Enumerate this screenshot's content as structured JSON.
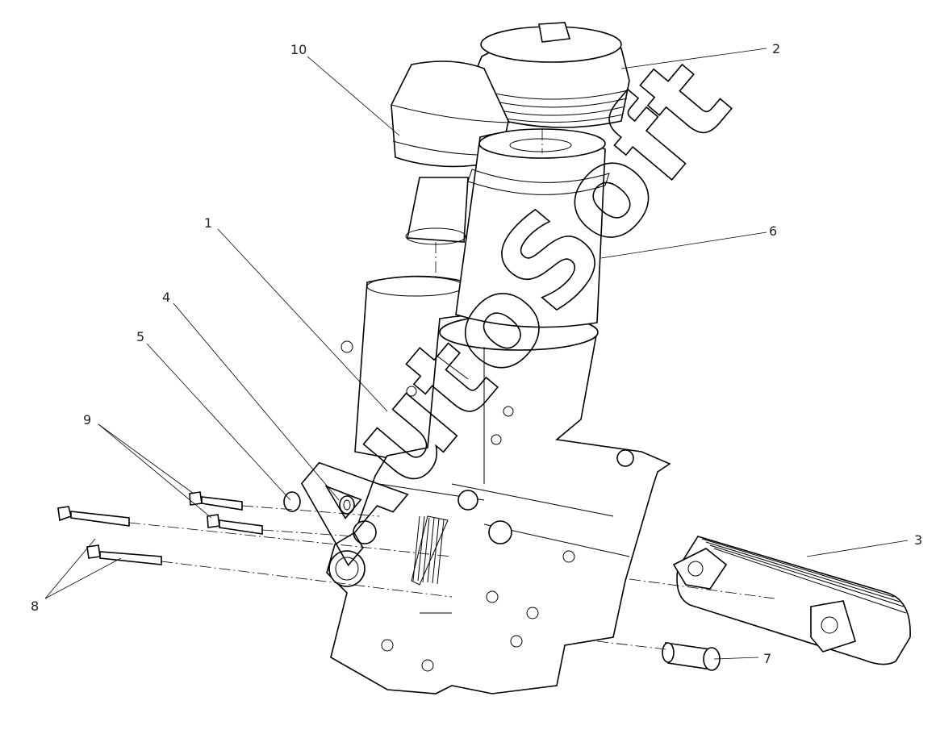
{
  "diagram": {
    "callouts": [
      {
        "id": "1",
        "label": "1"
      },
      {
        "id": "2",
        "label": "2"
      },
      {
        "id": "3",
        "label": "3"
      },
      {
        "id": "4",
        "label": "4"
      },
      {
        "id": "5",
        "label": "5"
      },
      {
        "id": "6",
        "label": "6"
      },
      {
        "id": "7",
        "label": "7"
      },
      {
        "id": "8",
        "label": "8"
      },
      {
        "id": "9",
        "label": "9"
      },
      {
        "id": "10",
        "label": "10"
      }
    ],
    "watermark": "AutoSoft"
  }
}
